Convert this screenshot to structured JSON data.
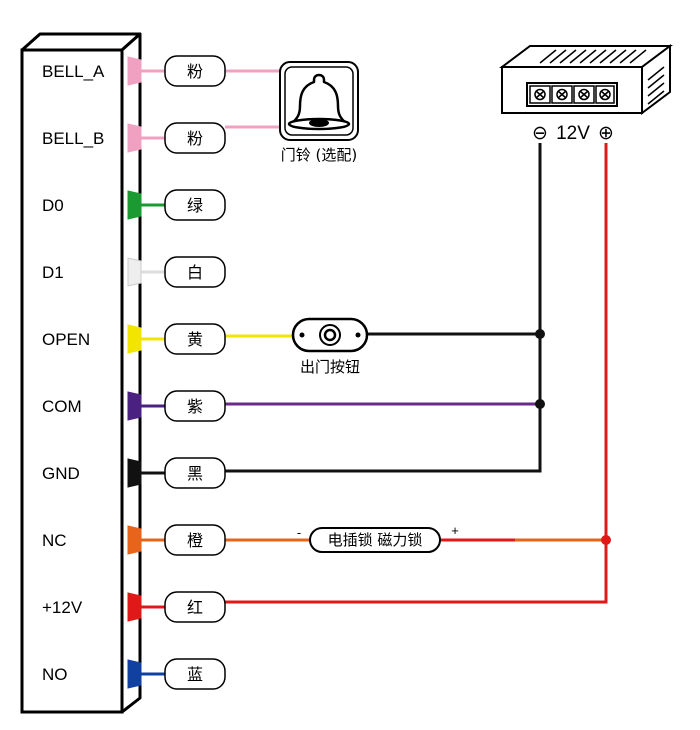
{
  "terminals": [
    {
      "label": "BELL_A",
      "wire": "粉",
      "color": "#f0a0c0"
    },
    {
      "label": "BELL_B",
      "wire": "粉",
      "color": "#f0a0c0"
    },
    {
      "label": "D0",
      "wire": "绿",
      "color": "#1a9a30"
    },
    {
      "label": "D1",
      "wire": "白",
      "color": "#eeeeee"
    },
    {
      "label": "OPEN",
      "wire": "黄",
      "color": "#f2e600"
    },
    {
      "label": "COM",
      "wire": "紫",
      "color": "#4a2080"
    },
    {
      "label": "GND",
      "wire": "黑",
      "color": "#111111"
    },
    {
      "label": "NC",
      "wire": "橙",
      "color": "#e8641a"
    },
    {
      "label": "+12V",
      "wire": "红",
      "color": "#e01818"
    },
    {
      "label": "NO",
      "wire": "蓝",
      "color": "#1040a0"
    }
  ],
  "doorbell": {
    "label": "门铃 (选配)"
  },
  "exit_button": {
    "label": "出门按钮"
  },
  "lock": {
    "label": "电插锁 磁力锁",
    "minus": "-",
    "plus": "+"
  },
  "power_supply": {
    "voltage": "12V",
    "minus": "⊖",
    "plus": "⊕"
  },
  "colors": {
    "purple_wire": "#6a2a8a",
    "orange_wire": "#e8641a",
    "red_wire": "#e01818",
    "black_wire": "#111111",
    "pink_wire": "#f0a0c0",
    "yellow_wire": "#f2e600"
  }
}
